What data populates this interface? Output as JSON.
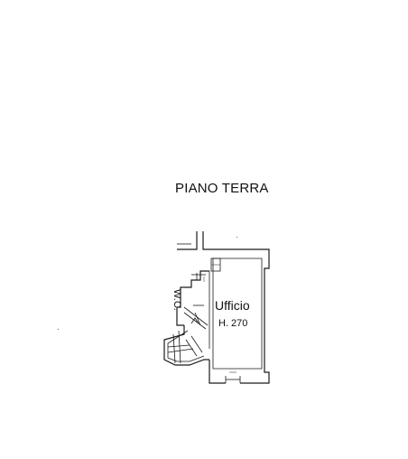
{
  "floor": {
    "title": "PIANO TERRA"
  },
  "rooms": {
    "office_name": "Ufficio",
    "office_height": "H. 270",
    "wc": "W.C."
  }
}
